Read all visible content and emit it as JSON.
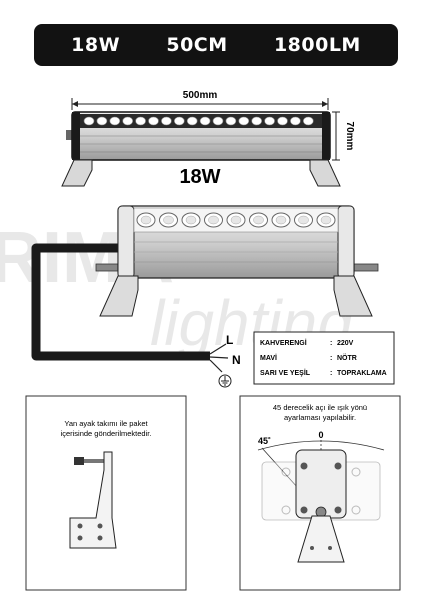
{
  "banner": {
    "power": "18W",
    "length": "50CM",
    "lumen": "1800LM"
  },
  "dims": {
    "width_label": "500mm",
    "height_label": "70mm",
    "model_label": "18W"
  },
  "watermark": {
    "brand_top": "RIMA",
    "brand_script": "lighting"
  },
  "wiring": {
    "terminals": {
      "L": "L",
      "N": "N"
    },
    "table": [
      {
        "color": "KAHVERENGİ",
        "sep": ":",
        "value": "220V"
      },
      {
        "color": "MAVİ",
        "sep": ":",
        "value": "NÖTR"
      },
      {
        "color": "SARI VE YEŞİL",
        "sep": ":",
        "value": "TOPRAKLAMA"
      }
    ]
  },
  "panel_left": {
    "line1": "Yan ayak takımı ile paket",
    "line2": "içerisinde gönderilmektedir."
  },
  "panel_right": {
    "line1": "45 derecelik açı ile ışık yönü",
    "line2": "ayarlaması yapılabilir.",
    "angle_label": "45˚",
    "zero_label": "0"
  },
  "colors": {
    "banner_bg": "#121212",
    "banner_text": "#ffffff",
    "body_gray": "#d9d9d9",
    "cable": "#1a1a1a"
  }
}
